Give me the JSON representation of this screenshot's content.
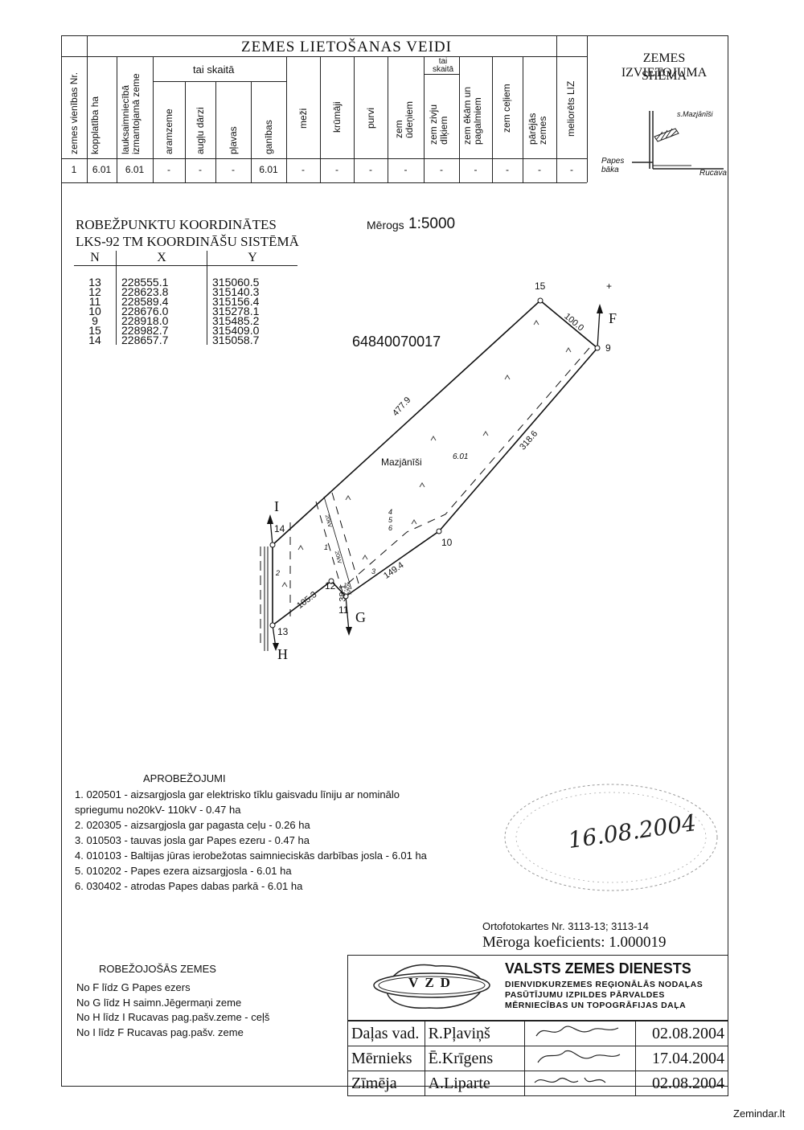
{
  "header": {
    "title": "ZEMES LIETOŠANAS VEIDI",
    "subgroup_label": "tai skaitā",
    "subgroup_label2": "tai skaitā",
    "scheme_title_1": "ZEMES IZVIETOJUMA",
    "scheme_title_2": "SHĒMA"
  },
  "columns": [
    "zemes vienības Nr.",
    "kopplatība ha",
    "lauksaimniecībā izmantojamā zeme",
    "aramzeme",
    "augļu dārzi",
    "pļavas",
    "ganības",
    "meži",
    "krūmāji",
    "purvi",
    "zem ūdeņiem",
    "zem zivju dīķiem",
    "zem ēkām un pagalmiem",
    "zem ceļiem",
    "pārējās zemes",
    "meliorēts LIZ"
  ],
  "row_values": [
    "1",
    "6.01",
    "6.01",
    "-",
    "-",
    "-",
    "6.01",
    "-",
    "-",
    "-",
    "-",
    "-",
    "-",
    "-",
    "-",
    "-"
  ],
  "scheme": {
    "place_label": "s.Mazjānīši",
    "lake_label_1": "Papes",
    "lake_label_2": "bāka",
    "road_label": "Rucava"
  },
  "coordinates": {
    "title_1": "ROBEŽPUNKTU KOORDINĀTES",
    "title_2": "LKS-92 TM KOORDINĀŠU SISTĒMĀ",
    "headers": [
      "N",
      "X",
      "Y"
    ],
    "rows": [
      [
        "13",
        "228555.1",
        "315060.5"
      ],
      [
        "12",
        "228623.8",
        "315140.3"
      ],
      [
        "11",
        "228589.4",
        "315156.4"
      ],
      [
        "10",
        "228676.0",
        "315278.1"
      ],
      [
        "9",
        "228918.0",
        "315485.2"
      ],
      [
        "15",
        "228982.7",
        "315409.0"
      ],
      [
        "14",
        "228657.7",
        "315058.7"
      ]
    ]
  },
  "scale_label": "Mērogs",
  "scale_value": "1:5000",
  "parcel_id": "64840070017",
  "map": {
    "parcel_name": "Mazjānīši",
    "area": "6.01",
    "points": [
      "15",
      "9",
      "10",
      "12",
      "11",
      "13",
      "14"
    ],
    "edges": [
      "100.0",
      "477.9",
      "318.6",
      "149.4",
      "38.1",
      "105.3"
    ],
    "letters": [
      "F",
      "G",
      "H",
      "I"
    ],
    "zone_numbers": [
      "1",
      "2",
      "3",
      "4",
      "5",
      "6"
    ],
    "line_labels": [
      "20kV",
      "20kV",
      "20kV"
    ],
    "north_mark": "+"
  },
  "restrictions": {
    "title": "APROBEŽOJUMI",
    "items": [
      "1. 020501 - aizsargjosla gar elektrisko tīklu gaisvadu līniju ar nominālo",
      "spriegumu no20kV- 110kV  - 0.47 ha",
      "2. 020305  - aizsargjosla gar pagasta ceļu - 0.26 ha",
      "3. 010503  - tauvas josla gar Papes ezeru - 0.47 ha",
      "4. 010103  - Baltijas jūras ierobežotas saimnieciskās darbības josla - 6.01 ha",
      "5. 010202  - Papes ezera aizsargjosla - 6.01 ha",
      "6. 030402  - atrodas Papes dabas parkā - 6.01 ha"
    ]
  },
  "stamp_date": "16.08.2004",
  "ortho": "Ortofotokartes Nr. 3113-13; 3113-14",
  "scale_coef": "Mēroga koeficients:  1.000019",
  "neighbours": {
    "title": "ROBEŽOJOŠĀS ZEMES",
    "items": [
      "No F  līdz G    Papes ezers",
      "No G  līdz H    saimn.Jēgermaņi zeme",
      "No H  līdz I Rucavas pag.pašv.zeme - ceļš",
      "No I līdz F    Rucavas pag.pašv. zeme"
    ]
  },
  "agency": {
    "logo_text": "VZD",
    "name": "VALSTS ZEMES DIENESTS",
    "line1": "DIENVIDKURZEMES REĢIONĀLĀS NODAĻAS",
    "line2": "PASŪTĪJUMU IZPILDES PĀRVALDES",
    "line3": "MĒRNIECĪBAS UN TOPOGRĀFIJAS DAĻA"
  },
  "signatures": [
    {
      "role": "Daļas vad.",
      "name": "R.Pļaviņš",
      "date": "02.08.2004"
    },
    {
      "role": "Mērnieks",
      "name": "Ē.Krīgens",
      "date": "17.04.2004"
    },
    {
      "role": "Zīmēja",
      "name": "A.Liparte",
      "date": "02.08.2004"
    }
  ],
  "watermark": "Zemindar.lt"
}
